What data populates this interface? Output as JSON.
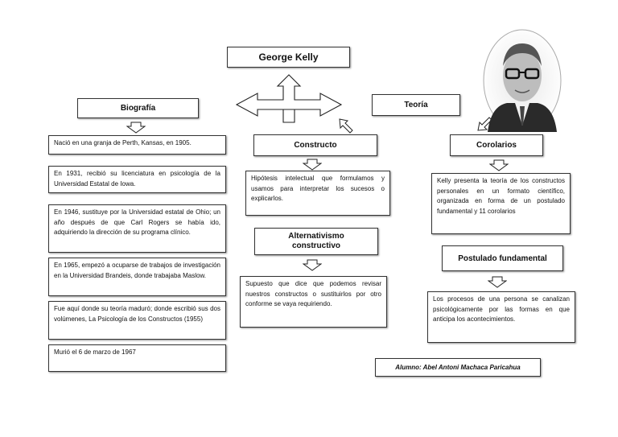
{
  "title": "George Kelly",
  "biografia": {
    "heading": "Biografía",
    "items": [
      "Nació en una granja de Perth, Kansas, en 1905.",
      "En 1931, recibió su licenciatura en psicología de la Universidad Estatal de Iowa.",
      "En 1946, sustituye por la Universidad estatal de Ohio; un año después de que Carl Rogers se había ido, adquiriendo la dirección de su programa clínico.",
      "En 1965, empezó a ocuparse de trabajos de investigación en la Universidad Brandeis, donde trabajaba Maslow.",
      "Fue aquí donde su teoría maduró; donde escribió sus dos volúmenes, La Psicología de los Constructos (1955)",
      "Murió el 6 de marzo de 1967"
    ]
  },
  "constructo": {
    "heading": "Constructo",
    "text": "Hipótesis intelectual que formulamos y usamos para interpretar los sucesos o explicarlos."
  },
  "alternativismo": {
    "heading_line1": "Alternativismo",
    "heading_line2": "constructivo",
    "text": "Supuesto que dice que podemos revisar nuestros constructos o sustituirlos por otro conforme se vaya requiriendo."
  },
  "teoria": {
    "heading": "Teoría"
  },
  "corolarios": {
    "heading": "Corolarios",
    "text": "Kelly presenta la teoría de los constructos personales en un formato científico, organizada en forma de un postulado fundamental y 11 corolarios"
  },
  "postulado": {
    "heading": "Postulado fundamental",
    "text": "Los procesos de una persona se canalizan psicológicamente por las formas en que anticipa los acontecimientos."
  },
  "author": "Alumno: Abel Antoni Machaca Paricahua"
}
